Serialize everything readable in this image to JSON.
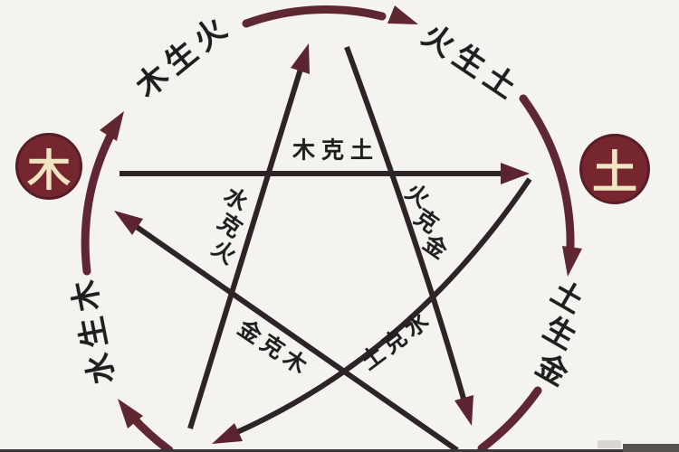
{
  "diagram": {
    "type": "wuxing-five-elements-cycle",
    "badges": {
      "wood": "木",
      "earth": "土"
    },
    "labels": {
      "sheng": {
        "wood_fire": "木生火",
        "fire_earth": "火生土",
        "earth_metal": "土生金",
        "water_wood": "水生木"
      },
      "ke": {
        "wood_earth": "木克土",
        "water_fire": "水克火",
        "fire_metal": "火克金",
        "earth_water": "土克水",
        "metal_wood": "金克木"
      }
    }
  },
  "palette": {
    "background": "#f5f3ef",
    "arc": "#5f2731",
    "badge_fill": "#76262f",
    "badge_border": "#571d26",
    "badge_text": "#efe5c2",
    "line": "#2e2428",
    "arrowhead": "#5c2431",
    "label_text": "#211e20",
    "edge_bar": "#3a3736",
    "corner_bar": "#55524e"
  }
}
